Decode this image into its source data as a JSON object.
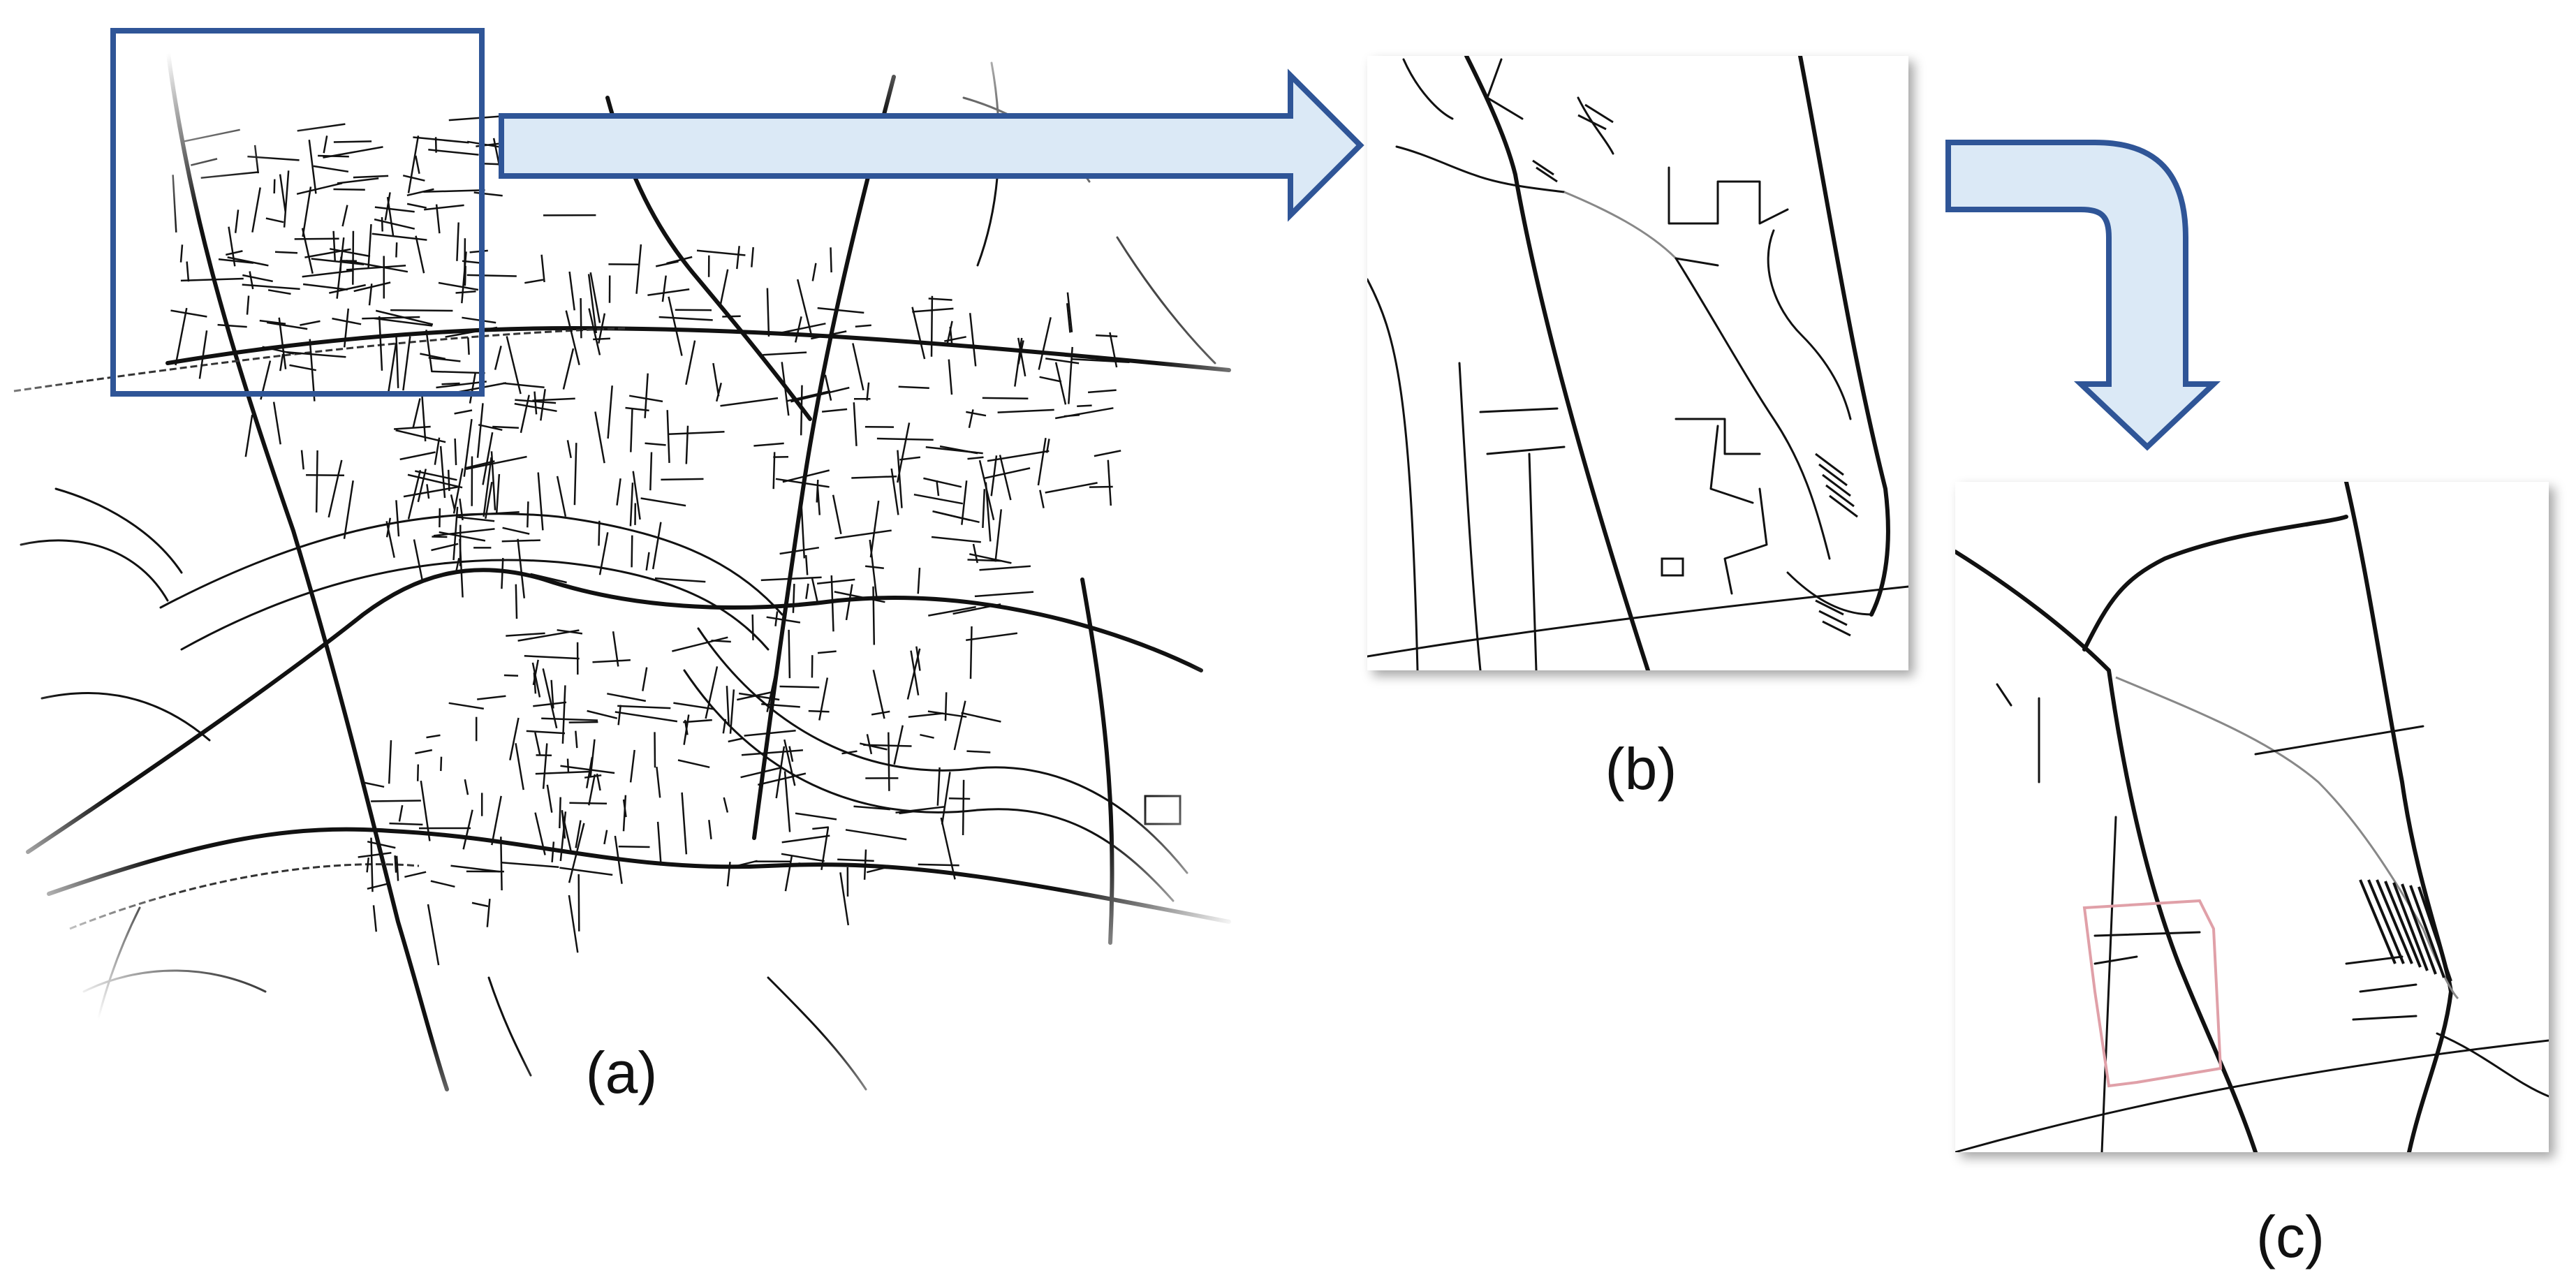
{
  "panels": [
    {
      "id": "a",
      "label": "(a)"
    },
    {
      "id": "b",
      "label": "(b)"
    },
    {
      "id": "c",
      "label": "(c)"
    }
  ],
  "colors": {
    "arrow_fill": "#dbe9f6",
    "arrow_stroke": "#2f5597",
    "highlight_box": "#2f5597",
    "road": "#111111",
    "parcel_outline": "#e0a0a8",
    "track": "#888888"
  },
  "icons": [
    "arrow-right-icon",
    "arrow-curved-down-icon"
  ]
}
